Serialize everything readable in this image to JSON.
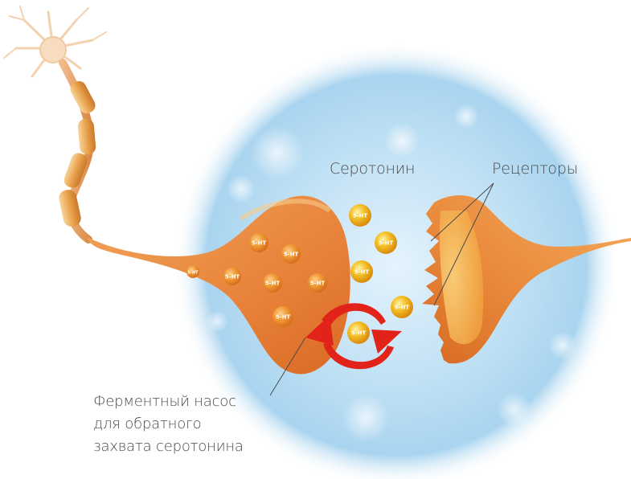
{
  "labels": {
    "serotonin": "Серотонин",
    "receptors": "Рецепторы",
    "pump_line1": "Ферментный насос",
    "pump_line2": "для обратного",
    "pump_line3": "захвата серотонина"
  },
  "molecule_label": "5-HT",
  "colors": {
    "background_glow": "#b9dcf2",
    "neuron_body": "#e98a3a",
    "neuron_highlight": "#f6b56a",
    "molecule": "#f0b41c",
    "arrow": "#e2231a",
    "text": "#4a4a4a"
  }
}
